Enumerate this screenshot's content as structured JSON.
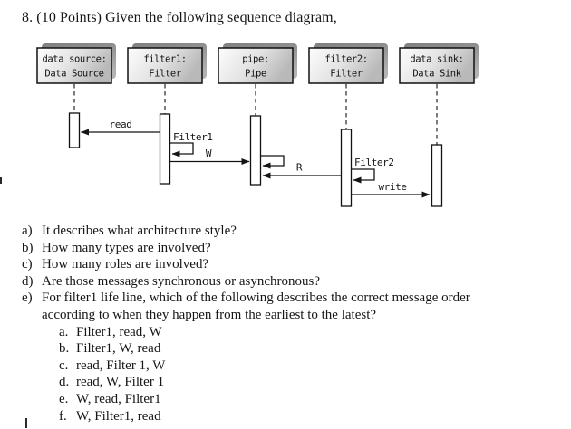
{
  "title": "8. (10 Points) Given the following sequence diagram,",
  "diagram": {
    "kind": "uml-sequence-diagram",
    "participants": [
      {
        "id": "data-source",
        "line1": "data source:",
        "line2": "Data Source"
      },
      {
        "id": "filter1",
        "line1": "filter1:",
        "line2": "Filter"
      },
      {
        "id": "pipe",
        "line1": "pipe:",
        "line2": "Pipe"
      },
      {
        "id": "filter2",
        "line1": "filter2:",
        "line2": "Filter"
      },
      {
        "id": "data-sink",
        "line1": "data sink:",
        "line2": "Data Sink"
      }
    ],
    "messages": [
      {
        "label": "read",
        "from": "filter1",
        "to": "data source",
        "type": "call"
      },
      {
        "label": "Filter1",
        "from": "filter1",
        "to": "filter1",
        "type": "self"
      },
      {
        "label": "W",
        "from": "filter1",
        "to": "pipe",
        "type": "call"
      },
      {
        "label": "",
        "from": "pipe",
        "to": "pipe",
        "type": "self"
      },
      {
        "label": "R",
        "from": "filter2",
        "to": "pipe",
        "type": "call"
      },
      {
        "label": "Filter2",
        "from": "filter2",
        "to": "filter2",
        "type": "self"
      },
      {
        "label": "write",
        "from": "filter2",
        "to": "data sink",
        "type": "call"
      }
    ],
    "colors": {
      "box_border": "#111111",
      "box_fill_light": "#fdfdfd",
      "box_fill_dark": "#b9b9b9",
      "shadow_dark": "#7f7f7f",
      "shadow_light": "#b3b3b3",
      "ink": "#141414"
    }
  },
  "questions": [
    {
      "label": "a)",
      "text": "It describes what architecture style?"
    },
    {
      "label": "b)",
      "text": "How many types are involved?"
    },
    {
      "label": "c)",
      "text": "How many roles are involved?"
    },
    {
      "label": "d)",
      "text": "Are those messages synchronous or asynchronous?"
    },
    {
      "label": "e)",
      "text": "For filter1 life line, which of the following describes the correct message order",
      "text2": "according to when they happen from the earliest to the latest?"
    }
  ],
  "sub_options": [
    {
      "label": "a.",
      "text": "Filter1, read, W"
    },
    {
      "label": "b.",
      "text": "Filter1, W, read"
    },
    {
      "label": "c.",
      "text": "read, Filter 1, W"
    },
    {
      "label": "d.",
      "text": "read, W, Filter 1"
    },
    {
      "label": "e.",
      "text": "W, read, Filter1"
    },
    {
      "label": "f.",
      "text": "W, Filter1, read"
    }
  ]
}
